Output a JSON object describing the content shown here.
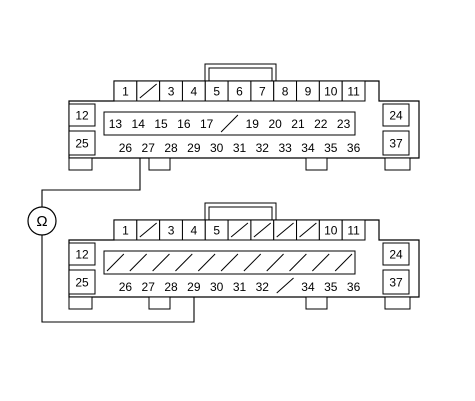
{
  "diagram": {
    "ohmmeter_symbol": "Ω",
    "top_connector": {
      "side_left": [
        "12",
        "25"
      ],
      "side_right": [
        "24",
        "37"
      ],
      "row1": [
        "1",
        "",
        "3",
        "4",
        "5",
        "6",
        "7",
        "8",
        "9",
        "10",
        "11"
      ],
      "row2": [
        "13",
        "14",
        "15",
        "16",
        "17",
        "",
        "19",
        "20",
        "21",
        "22",
        "23"
      ],
      "row3": [
        "26",
        "27",
        "28",
        "29",
        "30",
        "31",
        "32",
        "33",
        "34",
        "35",
        "36"
      ]
    },
    "bottom_connector": {
      "side_left": [
        "12",
        "25"
      ],
      "side_right": [
        "24",
        "37"
      ],
      "row1": [
        "1",
        "",
        "3",
        "4",
        "5",
        "",
        "",
        "",
        "",
        "10",
        "11"
      ],
      "row2": [
        "",
        "",
        "",
        "",
        "",
        "",
        "",
        "",
        "",
        "",
        ""
      ],
      "row3": [
        "26",
        "27",
        "28",
        "29",
        "30",
        "31",
        "32",
        "",
        "34",
        "35",
        "36"
      ]
    }
  }
}
